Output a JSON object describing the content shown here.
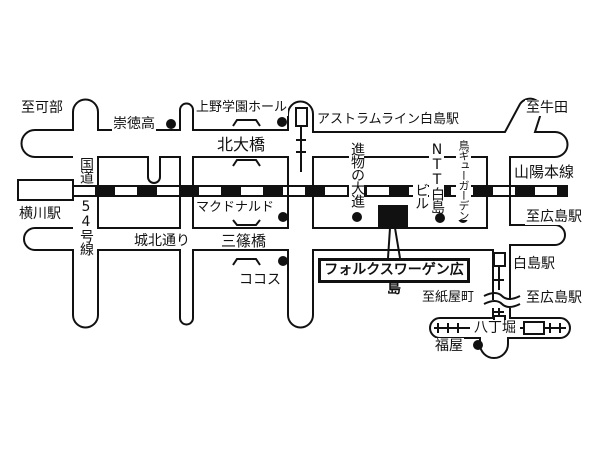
{
  "title": "フォルクスワーゲン広島",
  "directions": {
    "kabe": "至可部",
    "ushita": "至牛田",
    "hiroshima_station_1": "至広島駅",
    "kamiyacho": "至紙屋町",
    "hiroshima_station_2": "至広島駅"
  },
  "stations": {
    "yokogawa": "横川駅",
    "astram_hakushima": "アストラムライン白島駅",
    "hakushima": "白島駅",
    "hatchobori": "八丁堀"
  },
  "railway": "山陽本線",
  "roads": {
    "route54_top": "国道",
    "route54_bottom": "54号線",
    "johoku": "城北通り"
  },
  "bridges": {
    "kitaohashi": "北大橋",
    "misasabashi": "三篠橋"
  },
  "landmarks": {
    "sotoku": "崇徳高",
    "ueno_gakuen": "上野学園ホール",
    "mcdonalds": "マクドナルド",
    "cocos": "ココス",
    "shinmotsu": "進物の大進",
    "ntt_col1": "NTT白島",
    "ntt_col2": "ビル",
    "gyu_garden": "鳥ギューガーデン",
    "fukuya": "福屋"
  },
  "colors": {
    "ink": "#111111",
    "background": "#ffffff"
  }
}
